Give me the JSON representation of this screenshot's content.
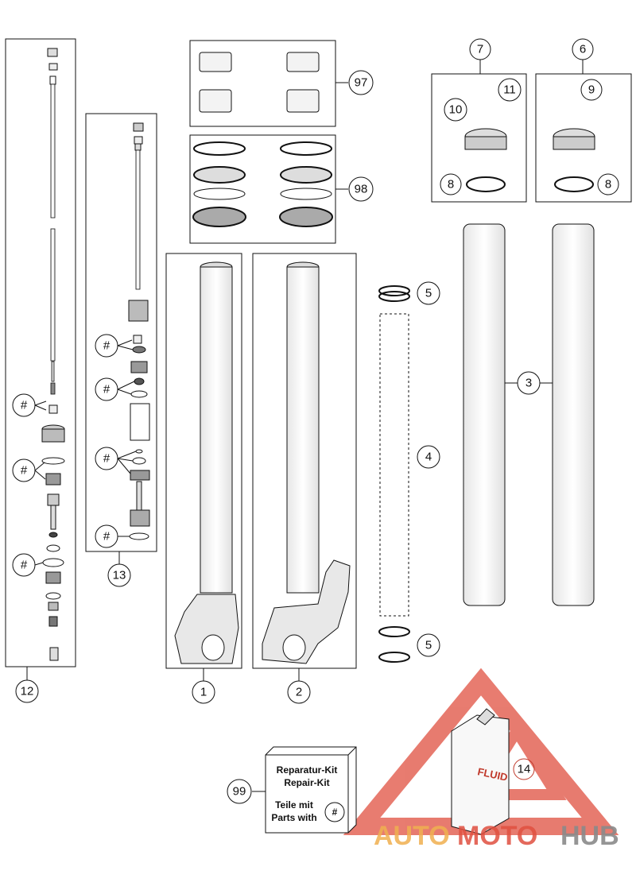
{
  "callouts": {
    "part_1": "1",
    "part_2": "2",
    "part_3": "3",
    "part_4": "4",
    "part_5_top": "5",
    "part_5_bottom": "5",
    "part_6": "6",
    "part_7": "7",
    "part_8_left": "8",
    "part_8_right": "8",
    "part_9": "9",
    "part_10": "10",
    "part_11": "11",
    "part_12": "12",
    "part_13": "13",
    "part_14": "14",
    "part_97": "97",
    "part_98": "98",
    "part_99": "99",
    "hash": "#"
  },
  "kit_box": {
    "line1": "Reparatur-Kit",
    "line2": "Repair-Kit",
    "line3": "Teile mit",
    "line4": "Parts with",
    "symbol": "#"
  },
  "canister": {
    "label": "FLUID"
  },
  "watermark": {
    "part1": "AUTO",
    "part2": "MOTO",
    "part3": "HUB"
  },
  "colors": {
    "line": "#111111",
    "watermark_red": "#e05040",
    "watermark_orange": "#f0b050",
    "watermark_gray": "#8a8a8a"
  }
}
